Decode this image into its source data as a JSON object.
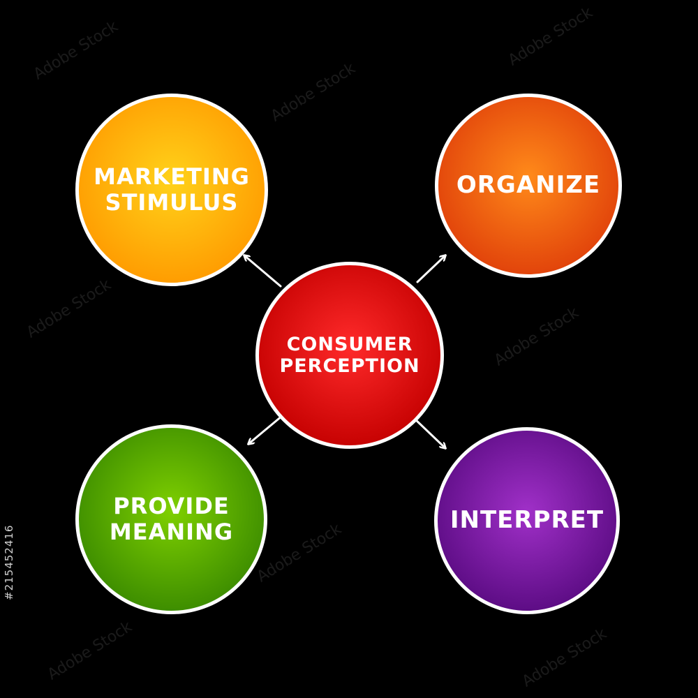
{
  "diagram": {
    "nodes": [
      {
        "id": "marketing",
        "label": "MARKETING\nSTIMULUS",
        "color_inner": "#ffd21a",
        "color_outer": "#ff9a00"
      },
      {
        "id": "organize",
        "label": "ORGANIZE",
        "color_inner": "#ff8a1a",
        "color_outer": "#e0400a"
      },
      {
        "id": "center",
        "label": "CONSUMER\nPERCEPTION",
        "color_inner": "#ff2a2a",
        "color_outer": "#c40000"
      },
      {
        "id": "provide",
        "label": "PROVIDE\nMEANING",
        "color_inner": "#7fd000",
        "color_outer": "#3a8a00"
      },
      {
        "id": "interpret",
        "label": "INTERPRET",
        "color_inner": "#a030c8",
        "color_outer": "#5a0b82"
      }
    ],
    "edges": [
      {
        "from": "center",
        "to": "marketing"
      },
      {
        "from": "center",
        "to": "organize"
      },
      {
        "from": "center",
        "to": "provide"
      },
      {
        "from": "center",
        "to": "interpret"
      }
    ],
    "stroke_color": "#ffffff",
    "background": "#000000"
  },
  "watermark_text": "Adobe Stock",
  "stock_id": "#215452416"
}
